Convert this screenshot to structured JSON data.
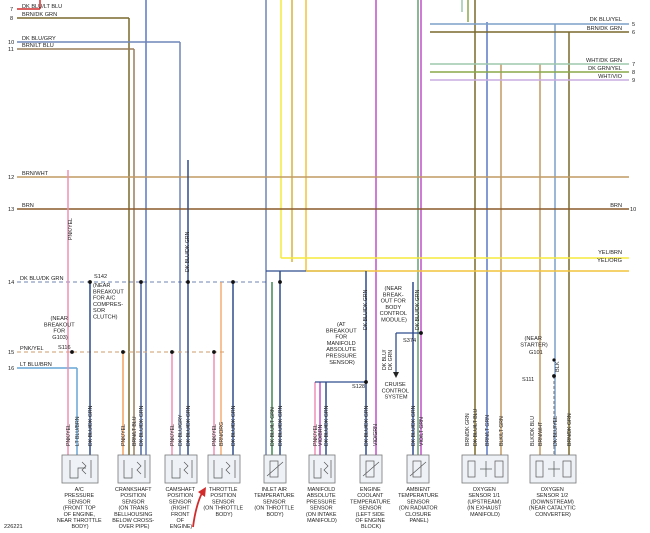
{
  "figure_id": "226221",
  "colors": {
    "red": "#d22b2b",
    "brown": "#8b5a2b",
    "brn_wht": "#c29a64",
    "brn_dkgrn": "#7a6a2e",
    "pink": "#f08fb4",
    "dkblu_ltblu": "#5b78c6",
    "dkblu_gry": "#6f85b7",
    "brn_ltblu": "#9a7d5a",
    "dkblu_dkgrn": "#2f4d8e",
    "yellow": "#f6ea3c",
    "yel_brn": "#d8b43c",
    "yel_org": "#f3c43c",
    "dkblu_yel": "#7d9fca",
    "wht_dkgrn": "#9fc8ae",
    "dkgrn_yel": "#8aa84a",
    "wht_vio": "#c8aee0",
    "violet": "#c050c8",
    "pink_yel": "#d6b08a",
    "ltblu_brn": "#67a6d6",
    "dk_green": "#3e8a52",
    "lt_blue": "#5fb0e4",
    "orange": "#f4a15e",
    "ground": "#888888"
  },
  "left_wires": [
    {
      "num": "7",
      "label": "DK BLU/LT BLU"
    },
    {
      "num": "8",
      "label": "BRN/DK GRN"
    },
    {
      "num": "10",
      "label": "DK BLU/GRY"
    },
    {
      "num": "11",
      "label": "BRN/LT BLU"
    },
    {
      "num": "12",
      "label": "BRN/WHT"
    },
    {
      "num": "13",
      "label": "BRN"
    },
    {
      "num": "14",
      "label": "DK BLU/DK GRN"
    },
    {
      "num": "15",
      "label": "PNK/YEL"
    },
    {
      "num": "16",
      "label": "LT BLU/BRN"
    }
  ],
  "right_wires": [
    {
      "num": "5",
      "label": "DK BLU/YEL"
    },
    {
      "num": "6",
      "label": "BRN/DK GRN"
    },
    {
      "num": "7",
      "label": "WHT/DK GRN"
    },
    {
      "num": "8",
      "label": "DK GRN/YEL"
    },
    {
      "num": "9",
      "label": "WHT/VIO"
    },
    {
      "num": "10",
      "label": "BRN"
    },
    {
      "num": "",
      "label": "YEL/BRN"
    },
    {
      "num": "",
      "label": "YEL/ORG"
    }
  ],
  "vertical_labels": {
    "pnk_yel": "PNK/YEL",
    "dkblu_dkgrn": "DK BLU/DK GRN",
    "dkblu_dkgrn_2": "DK BLU/DK GRN",
    "dkblu_dkgrn_3": "DK BLU/DK GRN",
    "dkblu_2": "DK BLU/",
    "dkgrn_2": "DK GRN"
  },
  "splices": [
    {
      "id": "S142",
      "note": [
        "(NEAR",
        "BREAKOUT",
        "FOR A/C",
        "COMPRES-",
        "SOR",
        "CLUTCH)"
      ]
    },
    {
      "id": "S116",
      "note": [
        "(NEAR",
        "BREAKOUT",
        "FOR",
        "G103)"
      ]
    },
    {
      "id": "S128",
      "note": [
        "(AT",
        "BREAKOUT",
        "FOR",
        "MANIFOLD",
        "ABSOLUTE",
        "PRESSURE",
        "SENSOR)"
      ]
    },
    {
      "id": "S374",
      "note": [
        "(NEAR",
        "BREAK-",
        "OUT FOR",
        "BODY",
        "CONTROL",
        "MODULE)"
      ]
    },
    {
      "id": "G101",
      "note": [
        "(NEAR",
        "STARTER)"
      ]
    },
    {
      "id": "S111",
      "note": []
    }
  ],
  "cruise_control": [
    "CRUISE",
    "CONTROL",
    "SYSTEM"
  ],
  "blk_label": "BLK",
  "sensors": [
    {
      "name": [
        "A/C",
        "PRESSURE",
        "SENSOR",
        "(FRONT TOP",
        "OF ENGINE,",
        "NEAR THROTTLE",
        "BODY)"
      ],
      "wires": [
        "PNK/YEL",
        "LT BLU/BRN",
        "DK BLU/DK GRN"
      ]
    },
    {
      "name": [
        "CRANKSHAFT",
        "POSITION",
        "SENSOR",
        "(ON TRANS",
        "BELLHOUSING",
        "BELOW CROSS-",
        "OVER PIPE)"
      ],
      "wires": [
        "PNK/YEL",
        "BRN/LT BLU",
        "DK BLU/DK GRN"
      ]
    },
    {
      "name": [
        "CAMSHAFT",
        "POSITION",
        "SENSOR",
        "(RIGHT",
        "FRONT",
        "OF",
        "ENGINE)"
      ],
      "wires": [
        "PNK/YEL",
        "DK BLU/GRY",
        "DK BLU/DK GRN"
      ]
    },
    {
      "name": [
        "THROTTLE",
        "POSITION",
        "SENSOR",
        "(ON THROTTLE",
        "BODY)"
      ],
      "wires": [
        "PNK/YEL",
        "BRN/ORG",
        "DK BLU/DK GRN"
      ]
    },
    {
      "name": [
        "INLET AIR",
        "TEMPERATURE",
        "SENSOR",
        "(ON THROTTLE",
        "BODY)"
      ],
      "wires": [
        "DK BLU/LT GRN",
        "DK BLU/DK GRN"
      ]
    },
    {
      "name": [
        "MANIFOLD",
        "ABSOLUTE",
        "PRESSURE",
        "SENSOR",
        "(ON INTAKE",
        "MANIFOLD)"
      ],
      "wires": [
        "PNK/YEL",
        "VIO/BRN",
        "DK BLU/DK GRN"
      ]
    },
    {
      "name": [
        "ENGINE",
        "COOLANT",
        "TEMPERATURE",
        "SENSOR",
        "(LEFT SIDE",
        "OF ENGINE",
        "BLOCK)"
      ],
      "wires": [
        "DK BLU/DK GRN",
        "VIO/GRN"
      ]
    },
    {
      "name": [
        "AMBIENT",
        "TEMPERATURE",
        "SENSOR",
        "(ON RADIATOR",
        "CLOSURE",
        "PANEL)"
      ],
      "wires": [
        "DK BLU/DK GRN",
        "VIO/LT GRN"
      ]
    },
    {
      "name": [
        "OXYGEN",
        "SENSOR 1/1",
        "(UPSTREAM)",
        "(IN EXHAUST",
        "MANIFOLD)"
      ],
      "wires": [
        "BRN/DK GRN",
        "DK BLU/LT BLU",
        "BRN/LT GRN",
        "BLK/LT GRN"
      ]
    },
    {
      "name": [
        "OXYGEN",
        "SENSOR 1/2",
        "(DOWNSTREAM)",
        "(NEAR CATALYTIC",
        "CONVERTER)"
      ],
      "wires": [
        "BLK/DK BLU",
        "BRN/WHT",
        "DK BLU/YEL",
        "BRN/DK GRN"
      ]
    }
  ]
}
